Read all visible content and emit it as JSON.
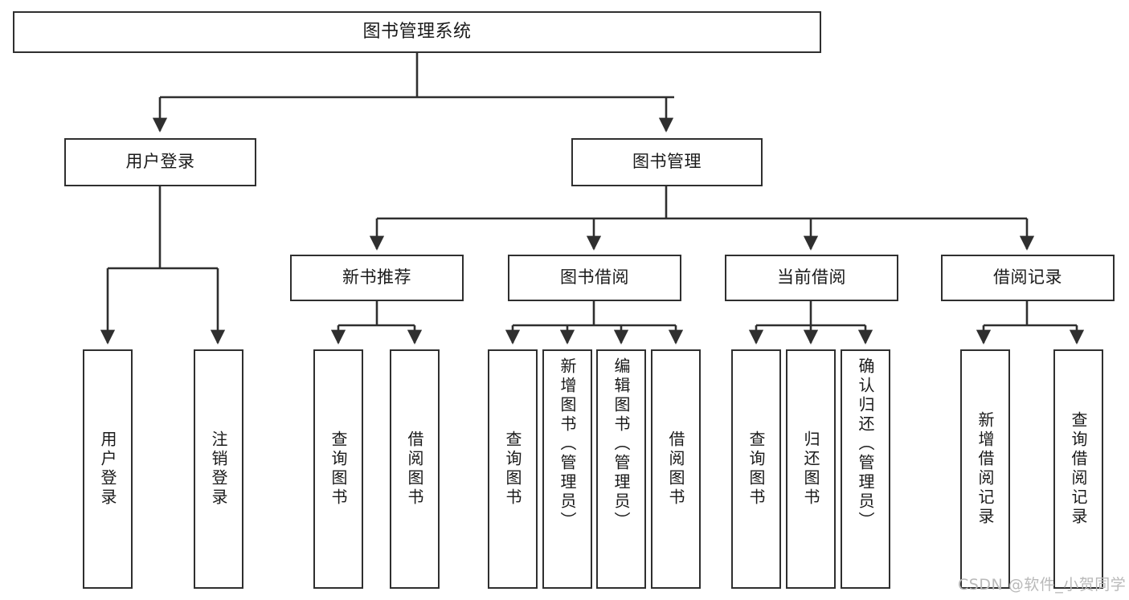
{
  "diagram": {
    "title": "图书管理系统",
    "type": "hierarchy-tree",
    "watermark": "CSDN @软件_小贺同学",
    "colors": {
      "background": "#ffffff",
      "box_border": "#2f2f2f",
      "box_fill": "#ffffff",
      "text": "#1a1a1a",
      "connector": "#2f2f2f",
      "watermark": "#b9b9b9"
    },
    "root": {
      "label": "图书管理系统"
    },
    "level2": [
      {
        "id": "user-login",
        "label": "用户登录"
      },
      {
        "id": "book-management",
        "label": "图书管理"
      }
    ],
    "level3": [
      {
        "id": "new-book-recommend",
        "label": "新书推荐",
        "parent": "book-management"
      },
      {
        "id": "book-borrow",
        "label": "图书借阅",
        "parent": "book-management"
      },
      {
        "id": "current-borrow",
        "label": "当前借阅",
        "parent": "book-management"
      },
      {
        "id": "borrow-record",
        "label": "借阅记录",
        "parent": "book-management"
      }
    ],
    "leaves": [
      {
        "id": "leaf-user-login",
        "label": "用户登录",
        "parent": "user-login"
      },
      {
        "id": "leaf-logout-login",
        "label": "注销登录",
        "parent": "user-login"
      },
      {
        "id": "leaf-query-book-1",
        "label": "查询图书",
        "parent": "new-book-recommend"
      },
      {
        "id": "leaf-borrow-book-1",
        "label": "借阅图书",
        "parent": "new-book-recommend"
      },
      {
        "id": "leaf-query-book-2",
        "label": "查询图书",
        "parent": "book-borrow"
      },
      {
        "id": "leaf-add-book-admin",
        "label": "新增图书（管理员）",
        "parent": "book-borrow"
      },
      {
        "id": "leaf-edit-book-admin",
        "label": "编辑图书（管理员）",
        "parent": "book-borrow"
      },
      {
        "id": "leaf-borrow-book-2",
        "label": "借阅图书",
        "parent": "book-borrow"
      },
      {
        "id": "leaf-query-book-3",
        "label": "查询图书",
        "parent": "current-borrow"
      },
      {
        "id": "leaf-return-book",
        "label": "归还图书",
        "parent": "current-borrow"
      },
      {
        "id": "leaf-confirm-return-admin",
        "label": "确认归还（管理员）",
        "parent": "current-borrow"
      },
      {
        "id": "leaf-add-borrow-record",
        "label": "新增借阅记录",
        "parent": "borrow-record"
      },
      {
        "id": "leaf-query-borrow-record",
        "label": "查询借阅记录",
        "parent": "borrow-record"
      }
    ]
  }
}
